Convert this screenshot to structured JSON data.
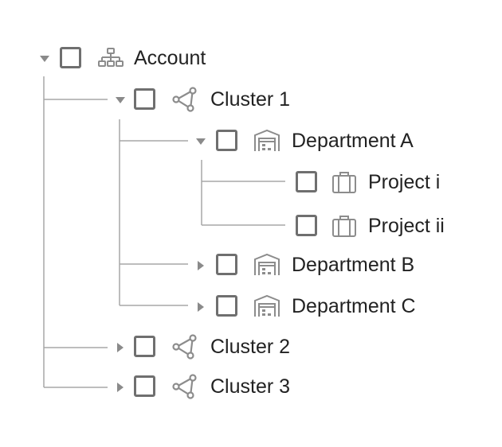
{
  "tree": {
    "account": {
      "label": "Account",
      "icon": "org-chart-icon",
      "expanded": true,
      "checked": false
    },
    "cluster_1": {
      "label": "Cluster 1",
      "icon": "cluster-network-icon",
      "expanded": true,
      "checked": false
    },
    "department_a": {
      "label": "Department A",
      "icon": "warehouse-icon",
      "expanded": true,
      "checked": false
    },
    "project_i": {
      "label": "Project i",
      "icon": "briefcase-icon",
      "checked": false
    },
    "project_ii": {
      "label": "Project ii",
      "icon": "briefcase-icon",
      "checked": false
    },
    "department_b": {
      "label": "Department B",
      "icon": "warehouse-icon",
      "expanded": false,
      "checked": false
    },
    "department_c": {
      "label": "Department C",
      "icon": "warehouse-icon",
      "expanded": false,
      "checked": false
    },
    "cluster_2": {
      "label": "Cluster 2",
      "icon": "cluster-network-icon",
      "expanded": false,
      "checked": false
    },
    "cluster_3": {
      "label": "Cluster 3",
      "icon": "cluster-network-icon",
      "expanded": false,
      "checked": false
    }
  },
  "colors": {
    "line": "#a7a7a7",
    "caret": "#8a8a8a",
    "checkbox_border": "#6f6f6f",
    "icon": "#8c8c8c",
    "text": "#222222"
  }
}
